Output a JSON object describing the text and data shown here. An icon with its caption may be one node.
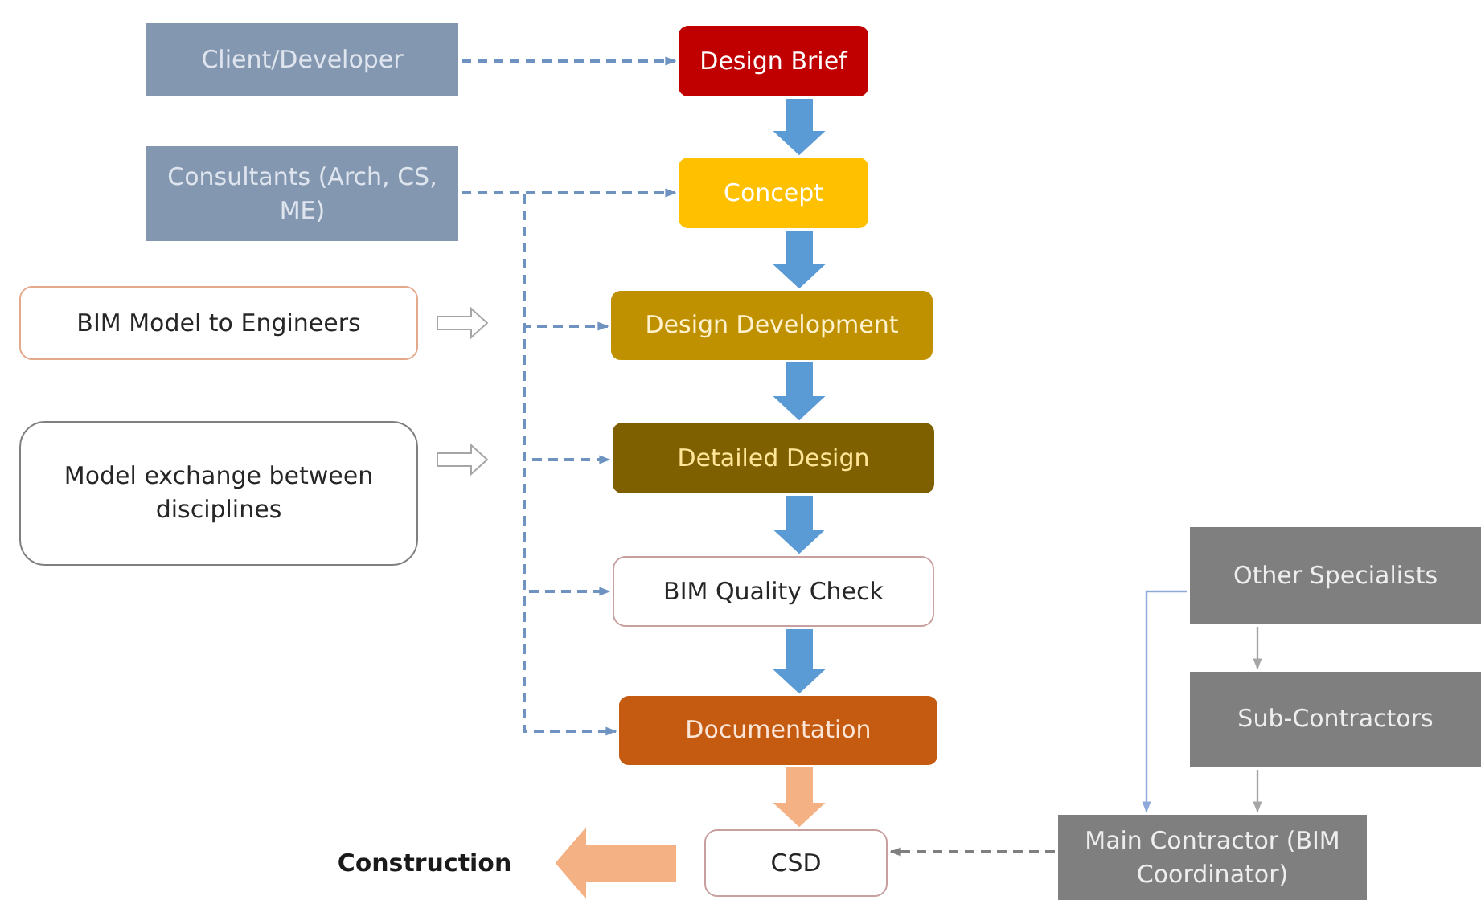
{
  "diagram": {
    "nodes": [
      {
        "text": [
          "Client/Developer"
        ]
      },
      {
        "text": [
          "Design Brief"
        ]
      },
      {
        "text": [
          "Consultants (Arch, CS, ME)"
        ]
      },
      {
        "text": [
          "Concept"
        ]
      },
      {
        "text": [
          "BIM Model to Engineers"
        ]
      },
      {
        "text": [
          "Design Development"
        ]
      },
      {
        "text": [
          "Model exchange between disciplines"
        ]
      },
      {
        "text": [
          "Detailed Design"
        ]
      },
      {
        "text": [
          "BIM Quality Check"
        ]
      },
      {
        "text": [
          "Documentation"
        ]
      },
      {
        "text": [
          "CSD"
        ]
      },
      {
        "text": [
          "Construction"
        ]
      },
      {
        "text": [
          "Other Specialists"
        ]
      },
      {
        "text": [
          "Sub-Contractors"
        ]
      },
      {
        "text": [
          "Main Contractor (BIM Coordinator)"
        ]
      }
    ],
    "edges": [
      {
        "from": 0,
        "to": 1,
        "arrow": "to",
        "style": "dashed"
      },
      {
        "from": 2,
        "to": 3,
        "arrow": "to",
        "style": "dashed"
      },
      {
        "from": 2,
        "to": 5,
        "arrow": "to",
        "style": "dashed"
      },
      {
        "from": 2,
        "to": 7,
        "arrow": "to",
        "style": "dashed"
      },
      {
        "from": 2,
        "to": 8,
        "arrow": "to",
        "style": "dashed"
      },
      {
        "from": 2,
        "to": 9,
        "arrow": "to",
        "style": "dashed"
      },
      {
        "from": 1,
        "to": 3,
        "arrow": "to",
        "style": "thick",
        "color": "#5b9bd5"
      },
      {
        "from": 3,
        "to": 5,
        "arrow": "to",
        "style": "thick",
        "color": "#5b9bd5"
      },
      {
        "from": 5,
        "to": 7,
        "arrow": "to",
        "style": "thick",
        "color": "#5b9bd5"
      },
      {
        "from": 7,
        "to": 8,
        "arrow": "to",
        "style": "thick",
        "color": "#5b9bd5"
      },
      {
        "from": 8,
        "to": 9,
        "arrow": "to",
        "style": "thick",
        "color": "#5b9bd5"
      },
      {
        "from": 9,
        "to": 10,
        "arrow": "to",
        "style": "thick",
        "color": "#f4b183"
      },
      {
        "from": 10,
        "to": 11,
        "arrow": "to",
        "style": "thick",
        "color": "#f4b183"
      },
      {
        "from": 4,
        "to": null,
        "arrow": "to",
        "style": "thick",
        "color": "#ffffff"
      },
      {
        "from": 6,
        "to": null,
        "arrow": "to",
        "style": "thick",
        "color": "#ffffff"
      },
      {
        "from": 12,
        "to": 13,
        "arrow": "to",
        "color": "#a6a6a6"
      },
      {
        "from": 12,
        "to": 14,
        "arrow": "to",
        "color": "#8eaadb"
      },
      {
        "from": 13,
        "to": 14,
        "arrow": "to",
        "color": "#a6a6a6"
      },
      {
        "from": 14,
        "to": 10,
        "arrow": "to",
        "style": "dashed",
        "color": "#7f7f7f"
      }
    ]
  }
}
